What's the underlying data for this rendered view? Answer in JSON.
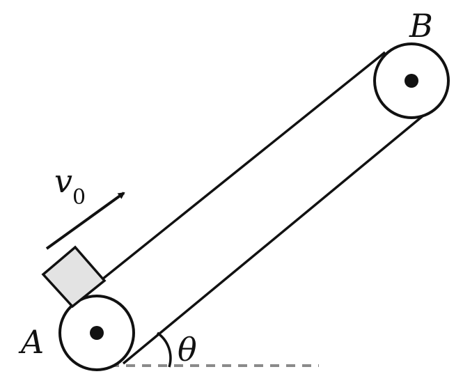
{
  "diagram": {
    "labels": {
      "point_a": "A",
      "point_b": "B",
      "velocity_symbol": "v",
      "velocity_subscript": "0",
      "angle": "θ"
    },
    "colors": {
      "stroke": "#111111",
      "block_fill": "#e3e3e3",
      "ground_dash": "#8a8a8a",
      "background": "#ffffff"
    }
  }
}
